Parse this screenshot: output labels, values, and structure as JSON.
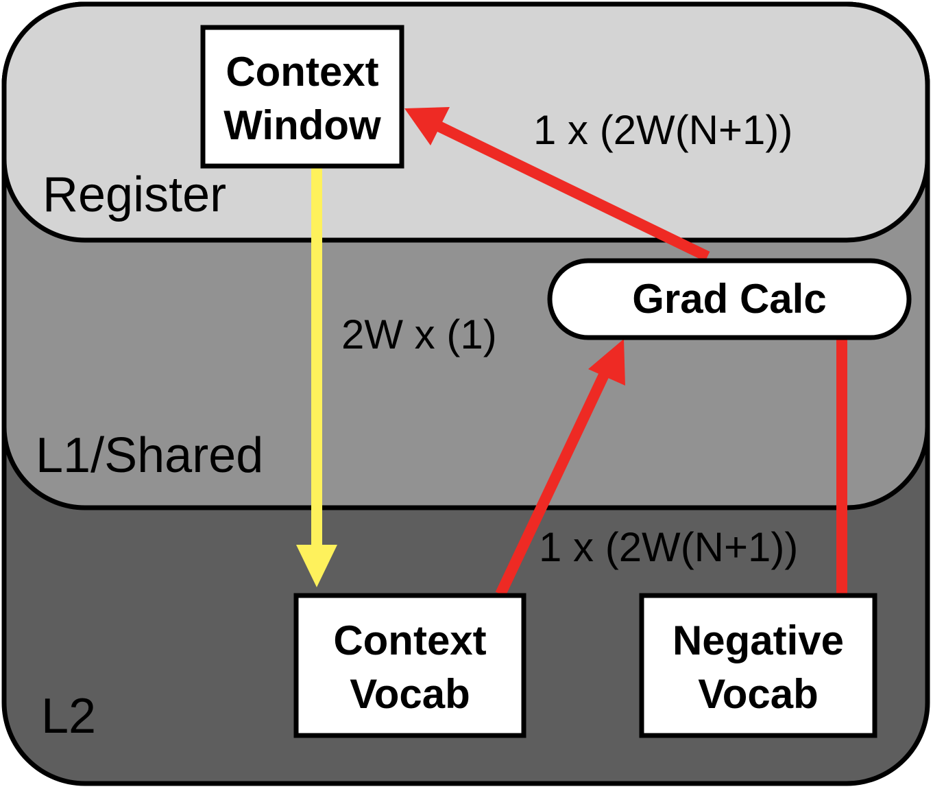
{
  "layers": {
    "register": "Register",
    "l1_shared": "L1/Shared",
    "l2": "L2"
  },
  "nodes": {
    "context_window": {
      "line1": "Context",
      "line2": "Window"
    },
    "grad_calc": {
      "label": "Grad Calc"
    },
    "context_vocab": {
      "line1": "Context",
      "line2": "Vocab"
    },
    "negative_vocab": {
      "line1": "Negative",
      "line2": "Vocab"
    }
  },
  "edges": {
    "grad_to_window": "1 x (2W(N+1))",
    "window_to_context_vocab": "2W x (1)",
    "vocab_to_grad": "1 x (2W(N+1))"
  },
  "colors": {
    "register_fill": "#d4d4d4",
    "l1_fill": "#929292",
    "l2_fill": "#5e5e5e",
    "red_arrow": "#ee2a24",
    "yellow_arrow": "#fef15c",
    "outline": "#000000",
    "box_fill": "#ffffff"
  }
}
